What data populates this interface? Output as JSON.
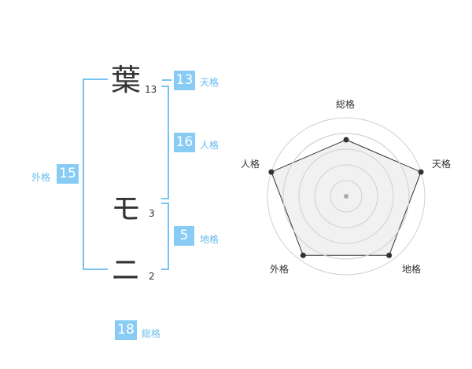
{
  "name": {
    "chars": [
      {
        "char": "葉",
        "strokes": "13"
      },
      {
        "char": "モ",
        "strokes": "3"
      },
      {
        "char": "ニ",
        "strokes": "2"
      }
    ]
  },
  "fortune": {
    "tenkaku": {
      "value": "13",
      "label": "天格"
    },
    "jinkaku": {
      "value": "16",
      "label": "人格"
    },
    "chikaku": {
      "value": "5",
      "label": "地格"
    },
    "gaikaku": {
      "value": "15",
      "label": "外格"
    },
    "soukaku": {
      "value": "18",
      "label": "総格"
    }
  },
  "chart_data": {
    "type": "radar",
    "axes": [
      "総格",
      "天格",
      "地格",
      "外格",
      "人格"
    ],
    "values": [
      0.72,
      1.0,
      0.93,
      0.93,
      1.0
    ],
    "rings": 5,
    "colors": {
      "fill": "#efefef",
      "line": "#333333",
      "ring": "#d0d0d0",
      "point": "#333333",
      "center": "#aaaaaa"
    }
  }
}
